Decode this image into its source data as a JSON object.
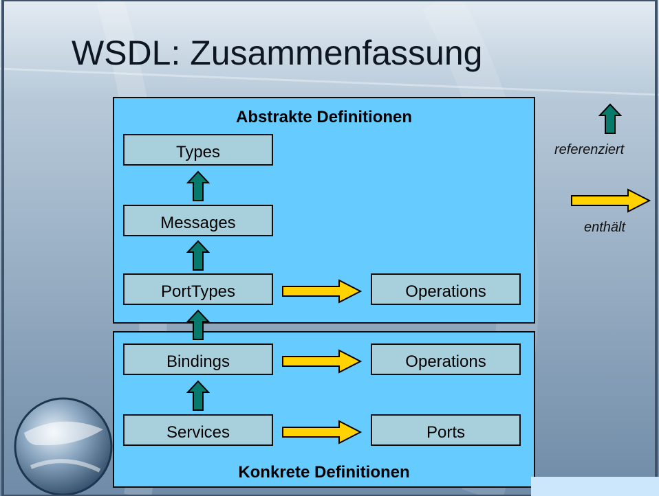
{
  "title": "WSDL: Zusammenfassung",
  "abstract_panel": {
    "title": "Abstrakte Definitionen",
    "types": "Types",
    "messages": "Messages",
    "porttypes": "PortTypes",
    "operations": "Operations"
  },
  "concrete_panel": {
    "title": "Konkrete Definitionen",
    "bindings": "Bindings",
    "operations": "Operations",
    "services": "Services",
    "ports": "Ports"
  },
  "legend": {
    "references_label": "referenziert",
    "contains_label": "enthält"
  },
  "colors": {
    "panel": "#66ccff",
    "box": "#a7d0dc",
    "reference_arrow": "#087a6b",
    "contains_arrow": "#ffd200"
  },
  "icons": [
    "globe-logo",
    "up-arrow-icon",
    "right-arrow-icon"
  ]
}
